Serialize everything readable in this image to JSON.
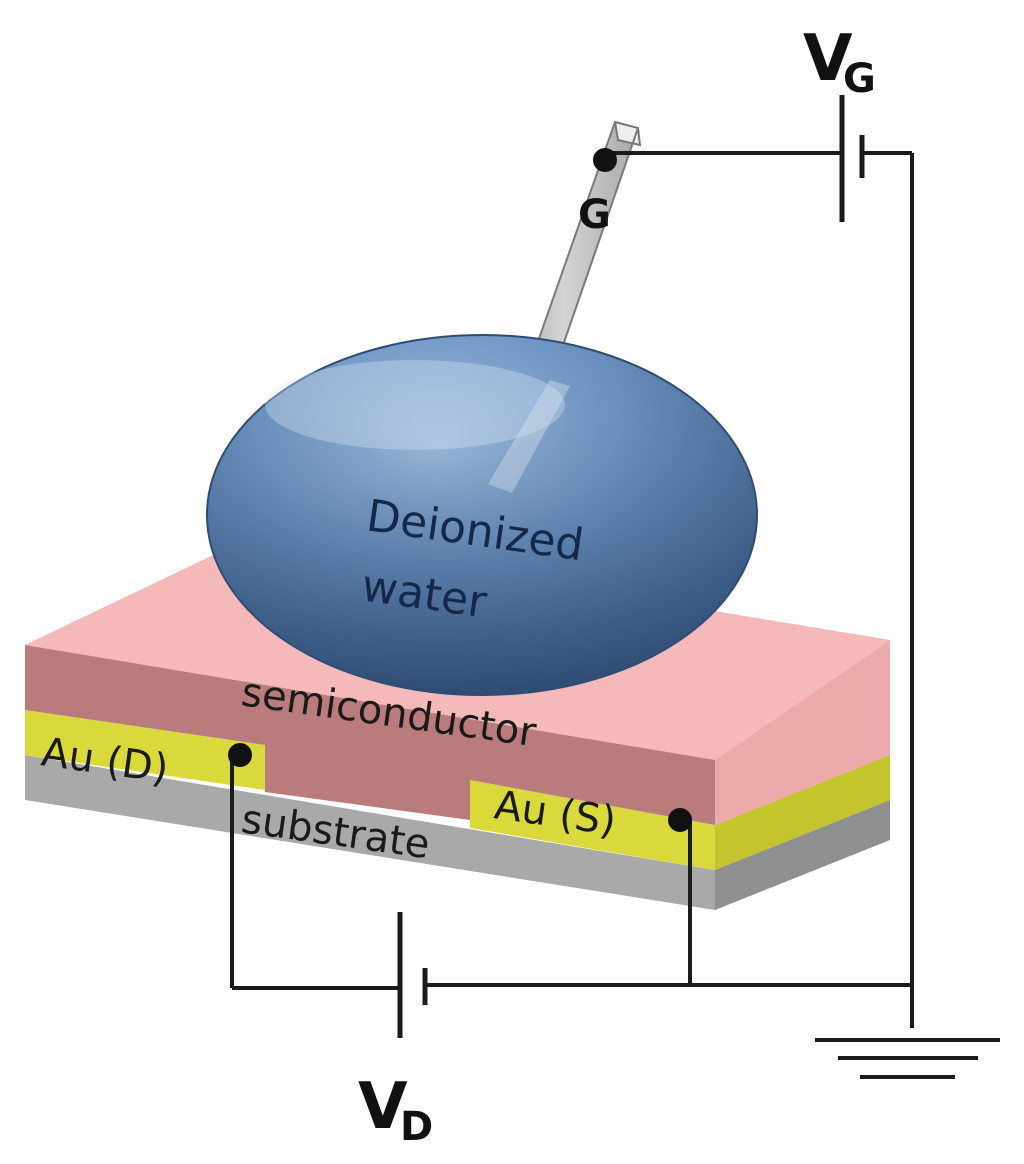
{
  "labels": {
    "water": [
      "Deionized",
      "water"
    ],
    "semiconductor": "semiconductor",
    "drain": "Au (D)",
    "source": "Au (S)",
    "substrate": "substrate",
    "gate_node": "G",
    "gate_voltage": {
      "main": "V",
      "sub": "G"
    },
    "drain_voltage": {
      "main": "V",
      "sub": "D"
    }
  },
  "colors": {
    "substrate": "#b8b8b8",
    "gold": "#d8d83a",
    "semiconductor": "#f5b8b8",
    "water": "#5f84b3",
    "wire": "#1b1b1b"
  },
  "icons": [
    "gate-electrode",
    "battery-symbol",
    "ground-symbol"
  ]
}
